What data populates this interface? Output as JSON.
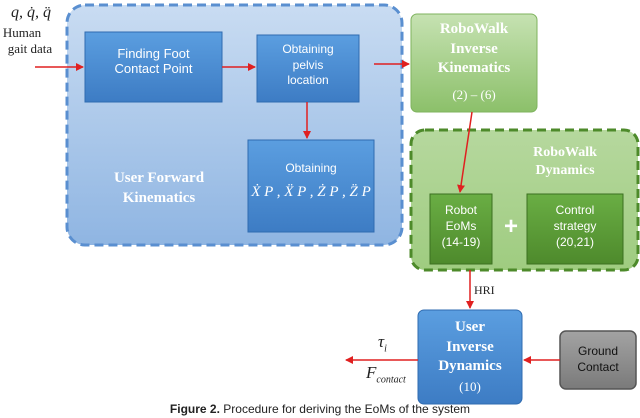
{
  "inputs": {
    "symbols": "q, q̇, q̈",
    "label_line1": "Human",
    "label_line2": "gait data"
  },
  "user_forward": {
    "title_line1": "User Forward",
    "title_line2": "Kinematics",
    "finding_line1": "Finding Foot",
    "finding_line2": "Contact Point",
    "pelvis_line1": "Obtaining",
    "pelvis_line2": "pelvis",
    "pelvis_line3": "location",
    "obtaining_label": "Obtaining",
    "derivatives": "Ẋ P , Ẍ P , Ż P , Z̈ P"
  },
  "robowalk_ik": {
    "line1": "RoboWalk",
    "line2": "Inverse",
    "line3": "Kinematics",
    "eq": "(2) – (6)"
  },
  "robowalk_dyn": {
    "line1": "RoboWalk",
    "line2": "Dynamics",
    "robot_line1": "Robot",
    "robot_line2": "EoMs",
    "robot_line3": "(14-19)",
    "plus": "+",
    "control_line1": "Control",
    "control_line2": "strategy",
    "control_line3": "(20,21)"
  },
  "hri_label": "HRI",
  "user_inverse": {
    "line1": "User",
    "line2": "Inverse",
    "line3": "Dynamics",
    "eq": "(10)"
  },
  "ground": {
    "line1": "Ground",
    "line2": "Contact"
  },
  "outputs": {
    "tau": "τ",
    "tau_sub": "i",
    "force": "F",
    "force_sub": "contact"
  },
  "caption": {
    "prefix": "Figure 2.",
    "text": " Procedure for deriving the EoMs of the system"
  },
  "colors": {
    "blue_outer": "#a9c7e8",
    "blue_box": "#4a8fd6",
    "green_light": "#a9d18e",
    "green_box": "#5e9e3a",
    "gray_box": "#8c8c8c",
    "arrow": "#e02020"
  }
}
